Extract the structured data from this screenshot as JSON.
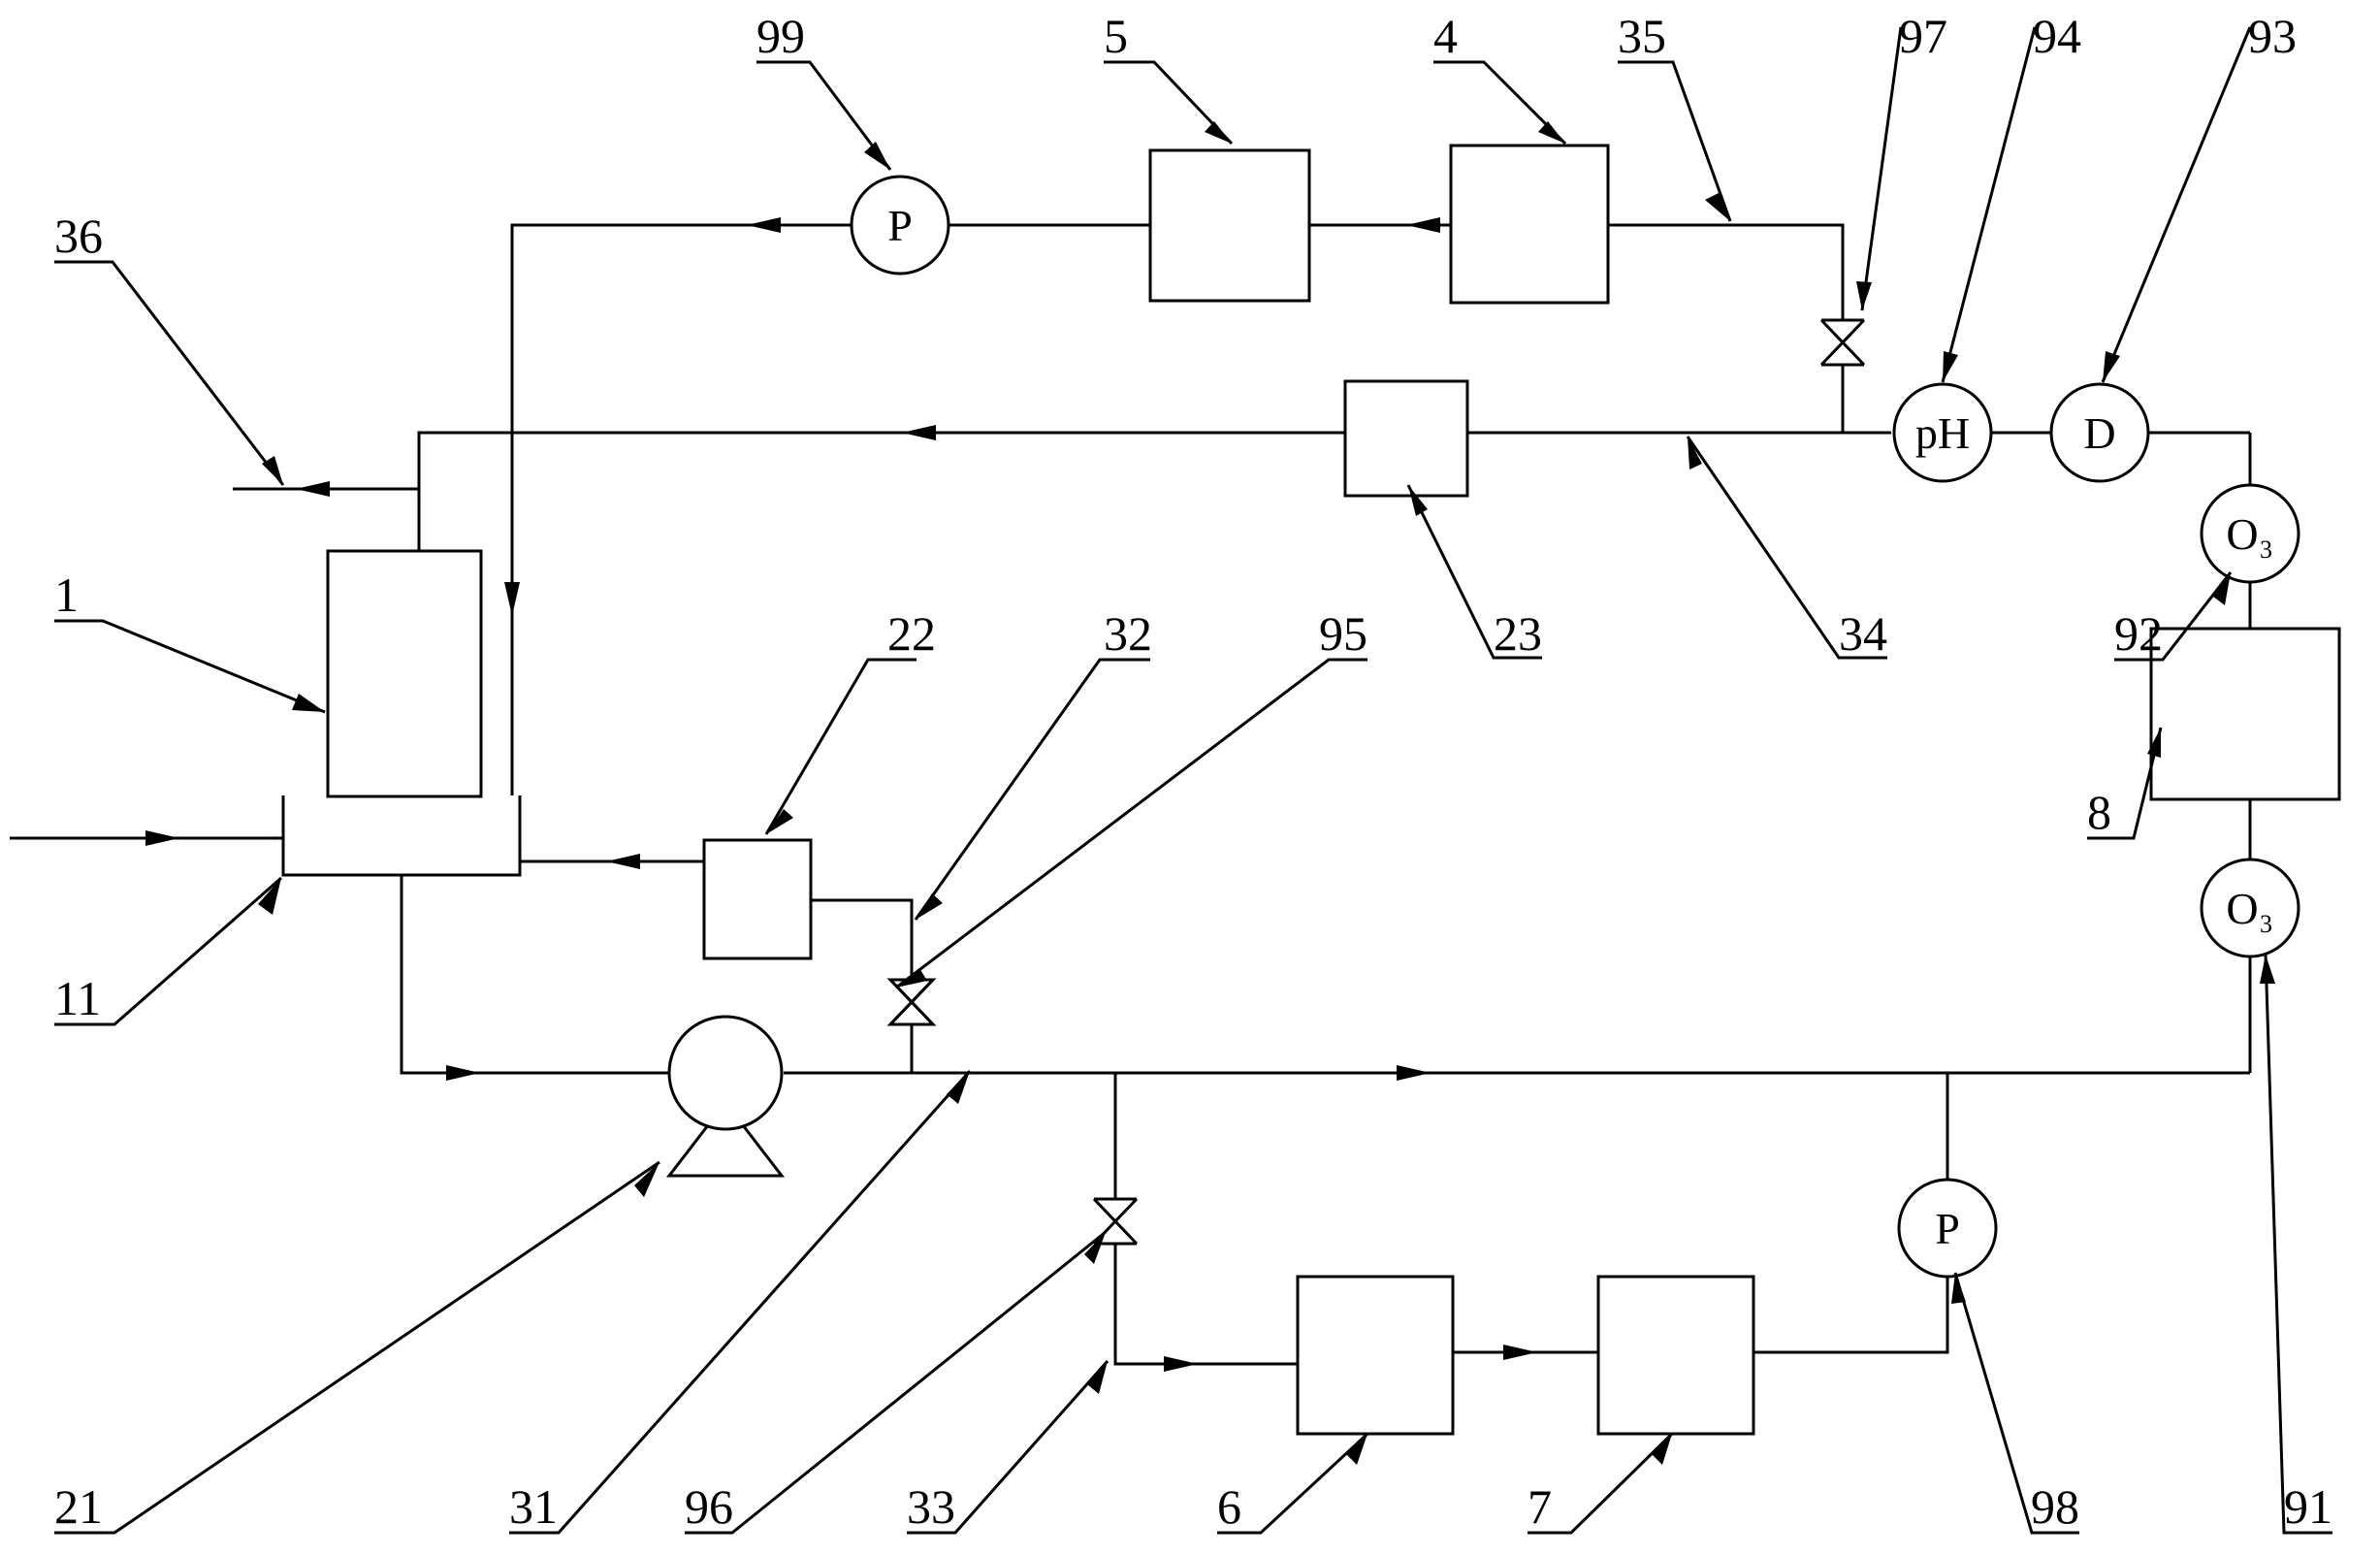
{
  "labels": {
    "l1": "1",
    "l11": "11",
    "l36": "36",
    "l99": "99",
    "l5": "5",
    "l4": "4",
    "l35": "35",
    "l97": "97",
    "l94": "94",
    "l93": "93",
    "l22": "22",
    "l32": "32",
    "l95": "95",
    "l23": "23",
    "l34": "34",
    "l92": "92",
    "l8": "8",
    "l21": "21",
    "l31": "31",
    "l96": "96",
    "l33": "33",
    "l6": "6",
    "l7": "7",
    "l98": "98",
    "l91": "91"
  },
  "instruments": {
    "pressure_top": "P",
    "pressure_bottom": "P",
    "ph": "pH",
    "d": "D",
    "ozone_top": "O",
    "ozone_bottom": "O",
    "ozone_sub": "3"
  }
}
